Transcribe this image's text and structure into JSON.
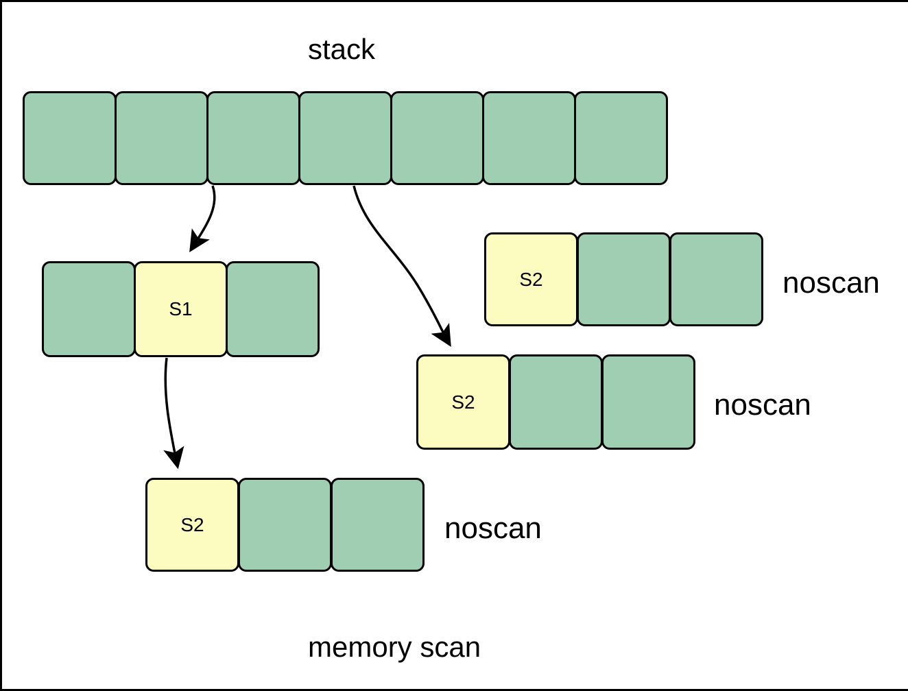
{
  "diagram": {
    "title": "stack",
    "footer": "memory scan",
    "colors": {
      "green": "#a0ceb3",
      "yellow": "#fcfcc0",
      "stroke": "#000000",
      "background": "#ffffff"
    },
    "rows": {
      "stack": {
        "name": "stack",
        "cells": [
          {
            "fill": "green",
            "text": ""
          },
          {
            "fill": "green",
            "text": ""
          },
          {
            "fill": "green",
            "text": ""
          },
          {
            "fill": "green",
            "text": ""
          },
          {
            "fill": "green",
            "text": ""
          },
          {
            "fill": "green",
            "text": ""
          },
          {
            "fill": "green",
            "text": ""
          }
        ]
      },
      "s1_row": {
        "name": "s1-object",
        "cells": [
          {
            "fill": "green",
            "text": ""
          },
          {
            "fill": "yellow",
            "text": "S1"
          },
          {
            "fill": "green",
            "text": ""
          }
        ]
      },
      "noscan_top": {
        "name": "noscan-top",
        "side_label": "noscan",
        "cells": [
          {
            "fill": "yellow",
            "text": "S2"
          },
          {
            "fill": "green",
            "text": ""
          },
          {
            "fill": "green",
            "text": ""
          }
        ]
      },
      "noscan_middle": {
        "name": "noscan-middle",
        "side_label": "noscan",
        "cells": [
          {
            "fill": "yellow",
            "text": "S2"
          },
          {
            "fill": "green",
            "text": ""
          },
          {
            "fill": "green",
            "text": ""
          }
        ]
      },
      "noscan_bottom": {
        "name": "noscan-bottom",
        "side_label": "noscan",
        "cells": [
          {
            "fill": "yellow",
            "text": "S2"
          },
          {
            "fill": "green",
            "text": ""
          },
          {
            "fill": "green",
            "text": ""
          }
        ]
      }
    },
    "arrows": [
      {
        "name": "stack-to-s1",
        "from": "stack cell 3",
        "to": "S1 cell"
      },
      {
        "name": "stack-to-noscan-middle",
        "from": "stack cell 4",
        "to": "middle S2 cell"
      },
      {
        "name": "s1-to-noscan-bottom",
        "from": "S1 cell",
        "to": "bottom S2 cell"
      }
    ]
  }
}
